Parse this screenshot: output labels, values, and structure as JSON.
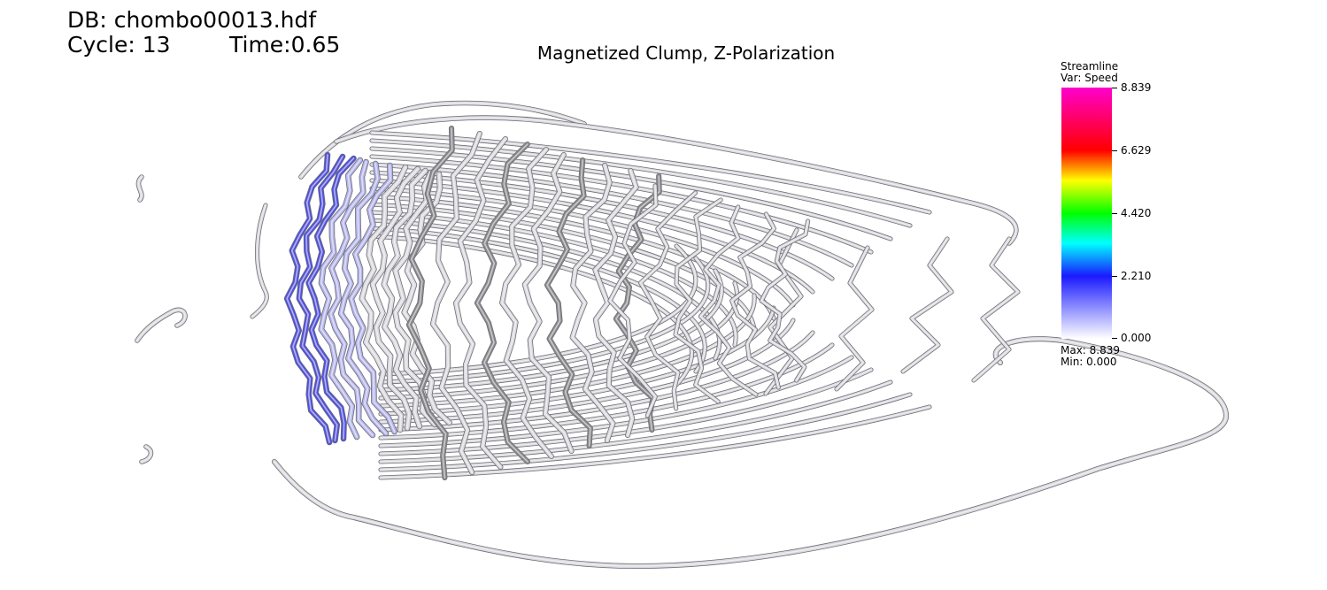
{
  "header": {
    "db": "DB: chombo00013.hdf",
    "cycle": "Cycle: 13",
    "time": "Time:0.65"
  },
  "title": "Magnetized Clump, Z-Polarization",
  "legend": {
    "plot_type": "Streamline",
    "variable": "Var: Speed",
    "ticks": [
      "8.839",
      "6.629",
      "4.420",
      "2.210",
      "0.000"
    ],
    "max": "Max:  8.839",
    "min": "Min:  0.000"
  },
  "colors": {
    "tube": "#d8d8de",
    "tube_dark": "#8a8a8e",
    "tube_blue": "#5050e0",
    "tube_lavender": "#b4b4ec"
  },
  "scene": {
    "field_lines": 34,
    "speed_range": [
      0.0,
      8.839
    ]
  }
}
